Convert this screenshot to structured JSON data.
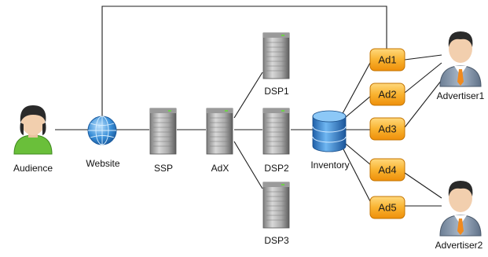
{
  "nodes": {
    "audience": {
      "label": "Audience"
    },
    "website": {
      "label": "Website"
    },
    "ssp": {
      "label": "SSP"
    },
    "adx": {
      "label": "AdX"
    },
    "dsp1": {
      "label": "DSP1"
    },
    "dsp2": {
      "label": "DSP2"
    },
    "dsp3": {
      "label": "DSP3"
    },
    "inventory": {
      "label": "Inventory"
    },
    "advertiser1": {
      "label": "Advertiser1"
    },
    "advertiser2": {
      "label": "Advertiser2"
    }
  },
  "ads": [
    {
      "label": "Ad1"
    },
    {
      "label": "Ad2"
    },
    {
      "label": "Ad3"
    },
    {
      "label": "Ad4"
    },
    {
      "label": "Ad5"
    }
  ],
  "colors": {
    "line": "#1c1c1c",
    "ad_fill_top": "#ffcf6a",
    "ad_fill_bottom": "#f39a12",
    "server_light": "#c9c9c9",
    "server_dark": "#6e6e6e",
    "db_blue": "#2d7fd0",
    "person_green": "#6abf3a"
  }
}
